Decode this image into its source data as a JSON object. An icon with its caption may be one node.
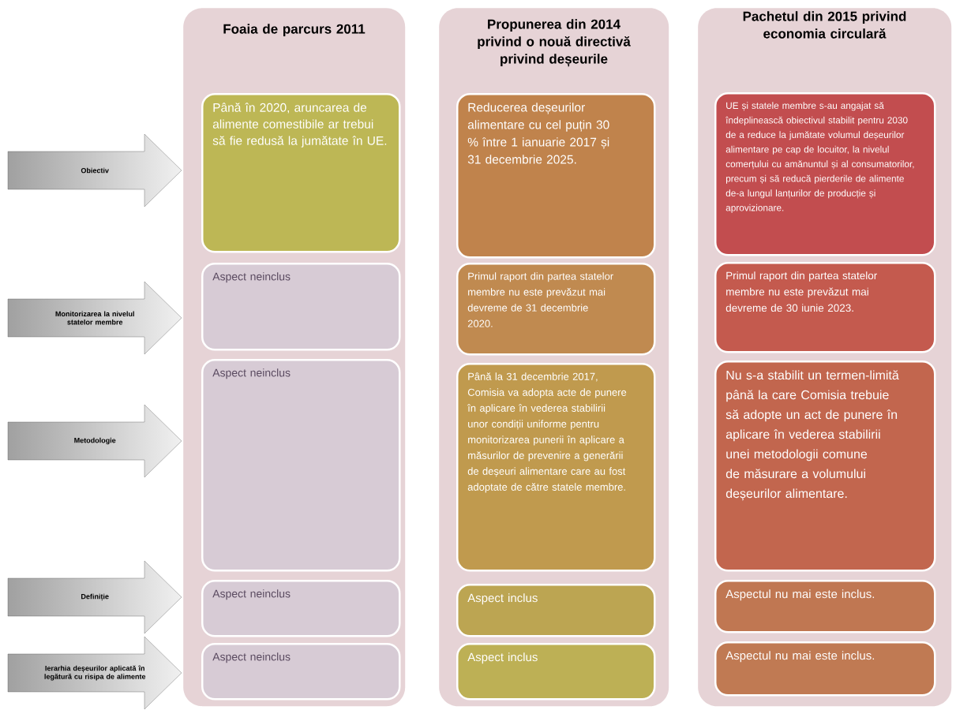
{
  "diagram": {
    "nodes": [
      {
        "text": [
          "Obiectiv"
        ]
      },
      {
        "text": [
          "Monitorizarea la nivelul statelor membre"
        ]
      },
      {
        "text": [
          "Metodologie"
        ]
      },
      {
        "text": [
          "Definiție"
        ]
      },
      {
        "text": [
          "Ierarhia deșeurilor aplicată în legătură cu risipa de alimente"
        ]
      },
      {
        "text": [
          "Foaia de parcurs 2011"
        ]
      },
      {
        "text": [
          "Până în 2020, aruncarea de alimente comestibile ar trebui să fie redusă la jumătate în UE."
        ],
        "in": 5
      },
      {
        "text": [
          "Aspect neinclus"
        ],
        "in": 5
      },
      {
        "text": [
          "Aspect neinclus"
        ],
        "in": 5
      },
      {
        "text": [
          "Aspect neinclus"
        ],
        "in": 5
      },
      {
        "text": [
          "Aspect neinclus"
        ],
        "in": 5
      },
      {
        "text": [
          "Propunerea din 2014 privind o nouă directivă privind deșeurile"
        ]
      },
      {
        "text": [
          "Reducerea deșeurilor alimentare cu cel puțin 30 % între 1 ianuarie 2017 și 31 decembrie 2025."
        ],
        "in": 11
      },
      {
        "text": [
          "Primul raport din partea statelor membre nu este prevăzut mai devreme de 31 decembrie 2020."
        ],
        "in": 11
      },
      {
        "text": [
          "Până la 31 decembrie 2017, Comisia va adopta acte de punere în aplicare în vederea stabilirii unor condiții uniforme pentru monitorizarea punerii în aplicare a măsurilor de prevenire a generării de deșeuri alimentare care au fost adoptate de către statele membre."
        ],
        "in": 11
      },
      {
        "text": [
          "Aspect inclus"
        ],
        "in": 11
      },
      {
        "text": [
          "Aspect inclus"
        ],
        "in": 11
      },
      {
        "text": [
          "Pachetul din 2015 privind economia circulară"
        ]
      },
      {
        "text": [
          "UE și statele membre s-au angajat să îndeplinească obiectivul stabilit pentru 2030 de a reduce la jumătate volumul deșeurilor alimentare pe cap de locuitor, la nivelul comerțului cu amănuntul și al consumatorilor, precum și să reducă pierderile de alimente de-a lungul lanțurilor de producție și aprovizionare."
        ],
        "in": 17
      },
      {
        "text": [
          "Primul raport din partea statelor membre nu este prevăzut mai devreme de 30 iunie 2023."
        ],
        "in": 17
      },
      {
        "text": [
          "Nu s-a stabilit un termen-limită până la care Comisia trebuie să adopte un act de punere în aplicare în vederea stabilirii unei metodologii comune de măsurare a volumului deșeurilor alimentare."
        ],
        "in": 17
      },
      {
        "text": [
          "Aspectul nu mai este inclus."
        ],
        "in": 17
      },
      {
        "text": [
          "Aspectul nu mai este inclus."
        ],
        "in": 17
      }
    ]
  }
}
